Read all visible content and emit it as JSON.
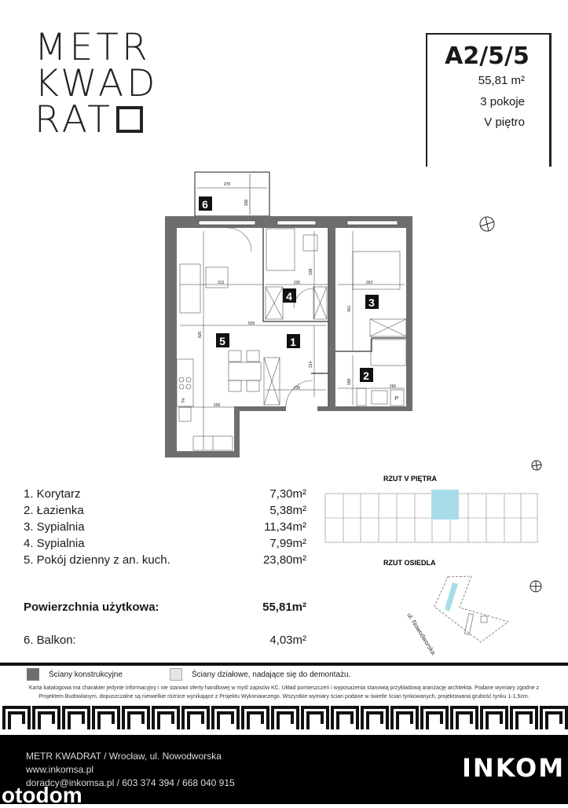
{
  "logo": {
    "line1": "METR",
    "line2": "KWAD",
    "line3": "RAT"
  },
  "unit": {
    "code": "A2/5/5",
    "area": "55,81 m²",
    "rooms": "3 pokoje",
    "floor": "V piętro"
  },
  "plan": {
    "room_numbers": [
      "1",
      "2",
      "3",
      "4",
      "5",
      "6"
    ],
    "dimensions": {
      "balcony_w": "270",
      "balcony_d": "150",
      "r5_w": "313",
      "r4_w": "235",
      "r4_d": "338",
      "r3_w": "263",
      "r3_d": "461",
      "total_w": "559",
      "r5_d": "826",
      "r1_d": "314",
      "r1_w": "235",
      "r2_d": "188",
      "r2_w": "266",
      "kitchen_w": "209"
    },
    "fixture_labels": {
      "fridge": "Z",
      "washer": "P"
    }
  },
  "rooms": [
    {
      "name": "1. Korytarz",
      "area": "7,30m²"
    },
    {
      "name": "2. Łazienka",
      "area": "5,38m²"
    },
    {
      "name": "3. Sypialnia",
      "area": "11,34m²"
    },
    {
      "name": "4. Sypialnia",
      "area": "7,99m²"
    },
    {
      "name": "5. Pokój dzienny z an. kuch.",
      "area": "23,80m²"
    }
  ],
  "total": {
    "label": "Powierzchnia użytkowa:",
    "area": "55,81m²"
  },
  "balcony": {
    "name": "6. Balkon:",
    "area": "4,03m²"
  },
  "maps": {
    "floor_title": "RZUT V PIĘTRA",
    "site_title": "RZUT OSIEDLA",
    "street": "ul. Nowodworska",
    "highlight": "#a9dcea"
  },
  "legend": {
    "structural": "Ściany konstrukcyjne",
    "partition": "Ściany działowe, nadające się do demontażu."
  },
  "disclaimer": {
    "line1": "Karta katalogowa ma charakter jedynie informacyjny i nie stanowi oferty handlowej w myśl zapisów KC. Układ pomieszczeń i wyposażenia stanowią przykładową aranżację architekta. Podane wymiary zgodne z",
    "line2": "Projektem Budowlanym, dopuszczalne są niewielkie różnice wynikające z  Projektu Wykonawczego. Wszystkie wymiary ścian podane w świetle ścian  tynkowanych, projektowana grubość tynku 1-1,5cm."
  },
  "footer": {
    "line1": "METR KWADRAT / Wrocław, ul. Nowodworska",
    "line2": "www.inkomsa.pl",
    "line3": "doradcy@inkomsa.pl / 603 374 394 / 668 040 915",
    "brand": "INKOM",
    "watermark": "otodom"
  },
  "colors": {
    "wall": "#6e6e6e",
    "partition_swatch": "#e6e6e6",
    "footer_bg": "#000000"
  }
}
